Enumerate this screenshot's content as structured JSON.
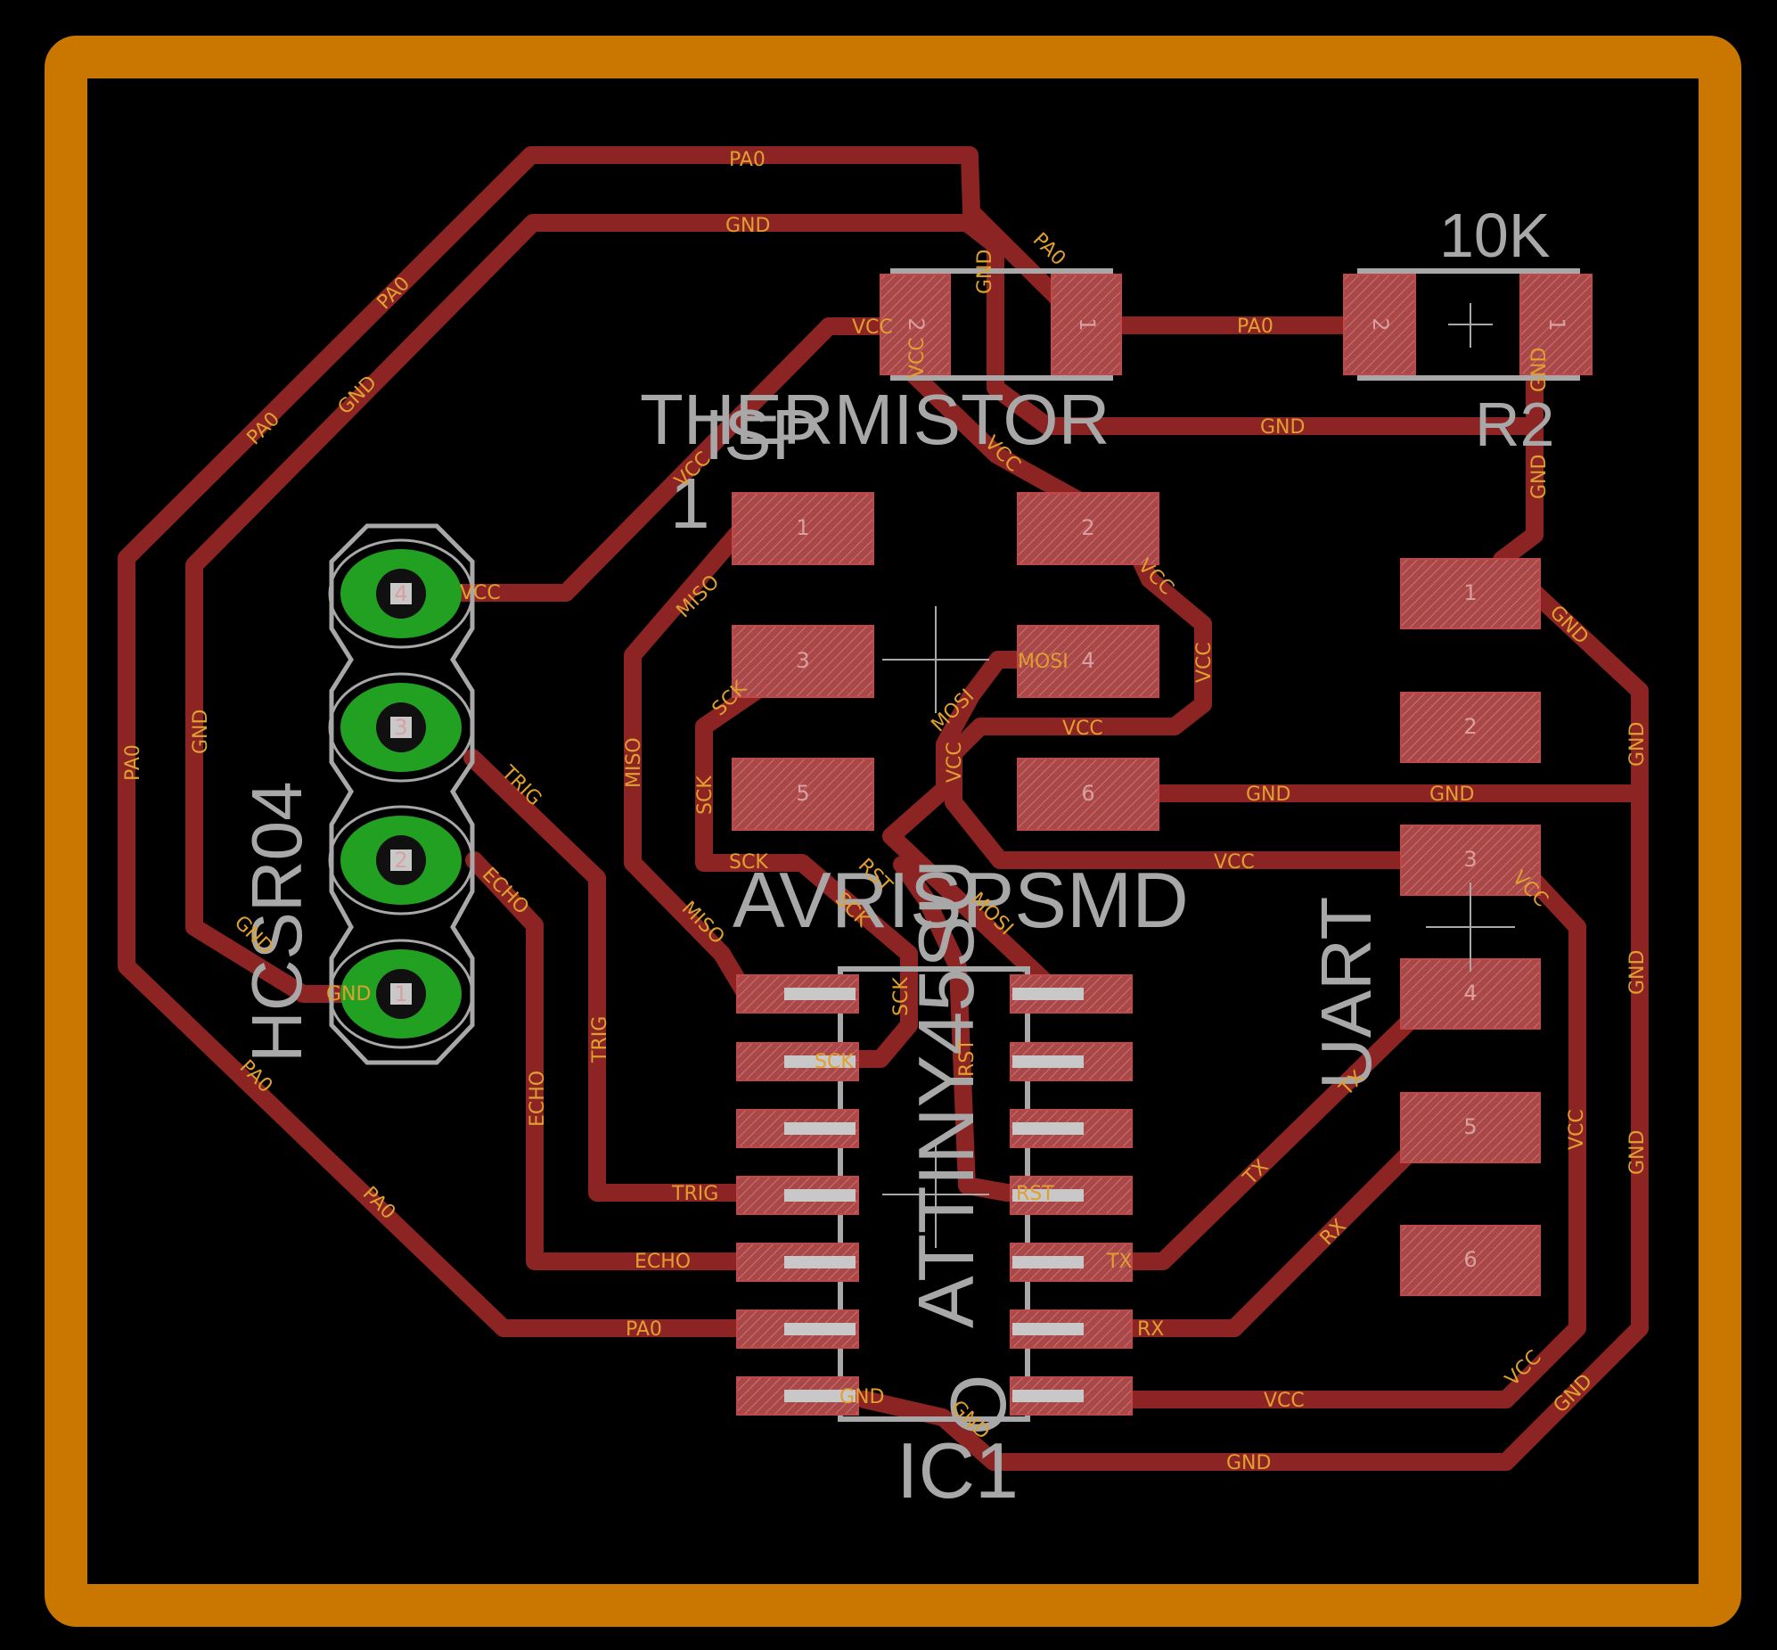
{
  "components": {
    "thermistor_label": "THERMISTOR",
    "isp_label": "ISP",
    "isp_pin1_marker": "1",
    "r2_name": "R2",
    "r2_value": "10K",
    "hcsr04_label": "HCSR04",
    "avrisp_label": "AVRISPSMD",
    "attiny_label": "ATTINY45SU",
    "ic1_name": "IC1",
    "ic1_pin1_marker": "O",
    "uart_label": "UART"
  },
  "nets": {
    "pa0": "PA0",
    "gnd": "GND",
    "vcc": "VCC",
    "miso": "MISO",
    "mosi": "MOSI",
    "sck": "SCK",
    "rst": "RST",
    "trig": "TRIG",
    "echo": "ECHO",
    "tx": "TX",
    "rx": "RX"
  },
  "pads": {
    "isp": [
      "1",
      "2",
      "3",
      "4",
      "5",
      "6"
    ],
    "uart": [
      "1",
      "2",
      "3",
      "4",
      "5",
      "6"
    ],
    "hcsr04": [
      "4",
      "3",
      "2",
      "1"
    ],
    "thermistor": [
      "2",
      "1"
    ],
    "r2": [
      "2",
      "1"
    ]
  },
  "colors": {
    "background": "#000000",
    "board_outline": "#c97700",
    "copper_trace": "#8c2424",
    "through_hole_pad": "#22a022",
    "silkscreen": "#a8a8a8",
    "net_label": "#e0a030"
  }
}
